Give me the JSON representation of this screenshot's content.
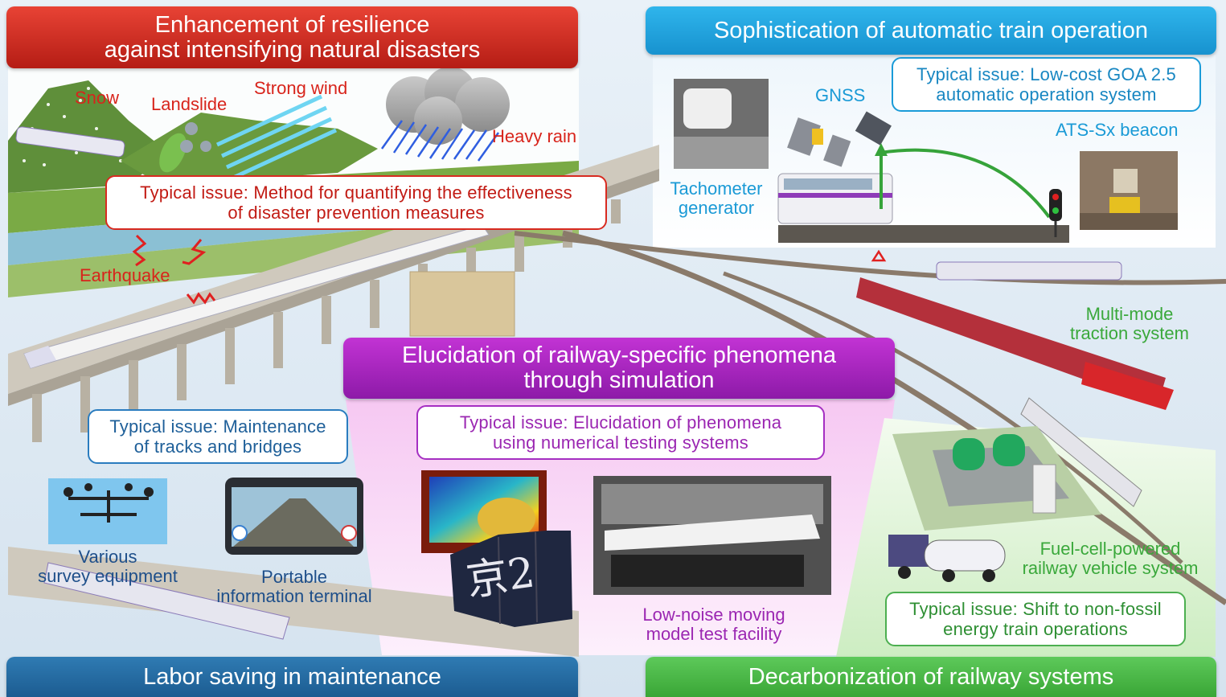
{
  "headers": {
    "resilience": [
      "Enhancement of resilience",
      "against intensifying natural disasters"
    ],
    "automatic": "Sophistication of automatic train operation",
    "simulation": [
      "Elucidation of railway-specific phenomena",
      "through simulation"
    ],
    "labor": "Labor saving in maintenance",
    "decarbonization": "Decarbonization of railway systems"
  },
  "issues": {
    "disaster": [
      "Typical issue: Method for quantifying the effectiveness",
      "of disaster prevention measures"
    ],
    "goa": [
      "Typical issue: Low-cost GOA 2.5",
      "automatic operation system"
    ],
    "maintenance": [
      "Typical issue: Maintenance",
      "of tracks and bridges"
    ],
    "phenomena": [
      "Typical issue: Elucidation of phenomena",
      "using numerical testing systems"
    ],
    "energy": [
      "Typical issue: Shift to non-fossil",
      "energy train operations"
    ]
  },
  "labels": {
    "snow": "Snow",
    "landslide": "Landslide",
    "strong_wind": "Strong wind",
    "heavy_rain": "Heavy rain",
    "earthquake": "Earthquake",
    "gnss": "GNSS",
    "tachometer": [
      "Tachometer",
      "generator"
    ],
    "ats_beacon": "ATS-Sx beacon",
    "multimode": [
      "Multi-mode",
      "traction system"
    ],
    "fuel_cell": [
      "Fuel-cell-powered",
      "railway vehicle system"
    ],
    "survey": [
      "Various",
      "survey equipment"
    ],
    "terminal": [
      "Portable",
      "information terminal"
    ],
    "low_noise": [
      "Low-noise moving",
      "model test facility"
    ],
    "supercomputer": "京2"
  },
  "colors": {
    "red": "#d8241b",
    "blue": "#1a9ad6",
    "purple": "#9b27b2",
    "navy": "#1e5f99",
    "green": "#3aa83b"
  }
}
